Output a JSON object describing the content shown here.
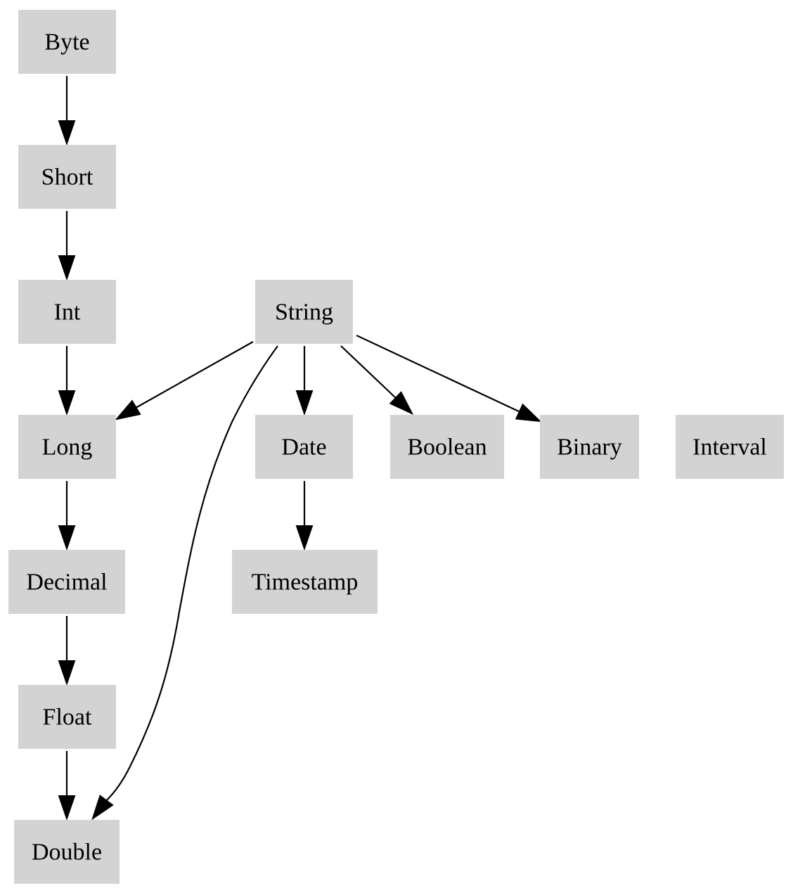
{
  "diagram": {
    "nodes": [
      {
        "id": "byte",
        "label": "Byte"
      },
      {
        "id": "short",
        "label": "Short"
      },
      {
        "id": "int",
        "label": "Int"
      },
      {
        "id": "string",
        "label": "String"
      },
      {
        "id": "long",
        "label": "Long"
      },
      {
        "id": "date",
        "label": "Date"
      },
      {
        "id": "boolean",
        "label": "Boolean"
      },
      {
        "id": "binary",
        "label": "Binary"
      },
      {
        "id": "interval",
        "label": "Interval"
      },
      {
        "id": "decimal",
        "label": "Decimal"
      },
      {
        "id": "timestamp",
        "label": "Timestamp"
      },
      {
        "id": "float",
        "label": "Float"
      },
      {
        "id": "double",
        "label": "Double"
      }
    ],
    "edges": [
      {
        "from": "byte",
        "to": "short"
      },
      {
        "from": "short",
        "to": "int"
      },
      {
        "from": "int",
        "to": "long"
      },
      {
        "from": "long",
        "to": "decimal"
      },
      {
        "from": "decimal",
        "to": "float"
      },
      {
        "from": "float",
        "to": "double"
      },
      {
        "from": "string",
        "to": "long"
      },
      {
        "from": "string",
        "to": "double"
      },
      {
        "from": "string",
        "to": "date"
      },
      {
        "from": "string",
        "to": "boolean"
      },
      {
        "from": "string",
        "to": "binary"
      },
      {
        "from": "date",
        "to": "timestamp"
      }
    ],
    "colors": {
      "node_fill": "#d3d3d3",
      "edge": "#000000",
      "text": "#000000"
    }
  }
}
